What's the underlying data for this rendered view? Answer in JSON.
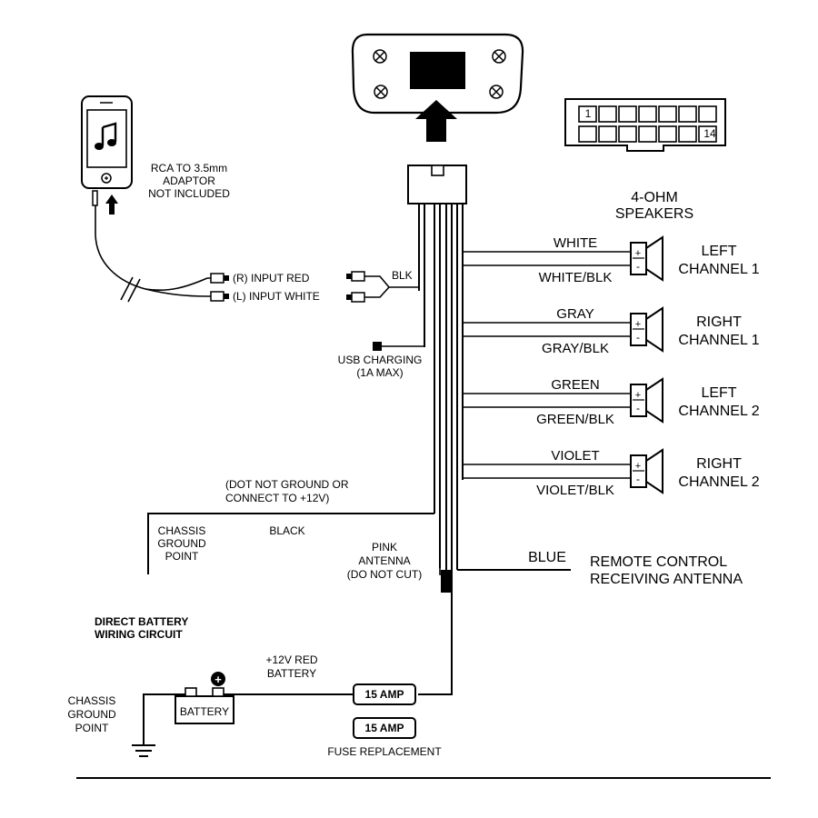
{
  "phone": {
    "label_lines": [
      "RCA TO 3.5mm",
      "ADAPTOR",
      "NOT INCLUDED"
    ]
  },
  "inputs": {
    "right": "(R) INPUT RED",
    "left": "(L) INPUT WHITE",
    "blk": "BLK"
  },
  "usb": {
    "lines": [
      "USB CHARGING",
      "(1A MAX)"
    ]
  },
  "speakers": {
    "title_lines": [
      "4-OHM",
      "SPEAKERS"
    ],
    "channels": [
      {
        "pos_wire": "WHITE",
        "neg_wire": "WHITE/BLK",
        "name_lines": [
          "LEFT",
          "CHANNEL 1"
        ]
      },
      {
        "pos_wire": "GRAY",
        "neg_wire": "GRAY/BLK",
        "name_lines": [
          "RIGHT",
          "CHANNEL 1"
        ]
      },
      {
        "pos_wire": "GREEN",
        "neg_wire": "GREEN/BLK",
        "name_lines": [
          "LEFT",
          "CHANNEL 2"
        ]
      },
      {
        "pos_wire": "VIOLET",
        "neg_wire": "VIOLET/BLK",
        "name_lines": [
          "RIGHT",
          "CHANNEL 2"
        ]
      }
    ],
    "plus_sign": "+",
    "minus_sign": "-"
  },
  "connector": {
    "pin_first": "1",
    "pin_last": "14"
  },
  "ground_note_lines": [
    "(DOT NOT GROUND OR",
    "CONNECT TO +12V)"
  ],
  "chassis_top": {
    "lines": [
      "CHASSIS",
      "GROUND",
      "POINT"
    ],
    "wire": "BLACK"
  },
  "antenna": {
    "lines": [
      "PINK",
      "ANTENNA",
      "(DO NOT CUT)"
    ]
  },
  "remote": {
    "wire": "BLUE",
    "lines": [
      "REMOTE CONTROL",
      "RECEIVING ANTENNA"
    ]
  },
  "battery_circuit": {
    "title_lines": [
      "DIRECT BATTERY",
      "WIRING CIRCUIT"
    ],
    "red_wire_lines": [
      "+12V RED",
      "BATTERY"
    ],
    "battery_label": "BATTERY",
    "battery_plus": "+",
    "fuse_main": "15 AMP",
    "fuse_spare": "15 AMP",
    "fuse_note": "FUSE REPLACEMENT",
    "chassis_lines": [
      "CHASSIS",
      "GROUND",
      "POINT"
    ]
  },
  "colors": {
    "ink": "#000000",
    "paper": "#ffffff"
  }
}
